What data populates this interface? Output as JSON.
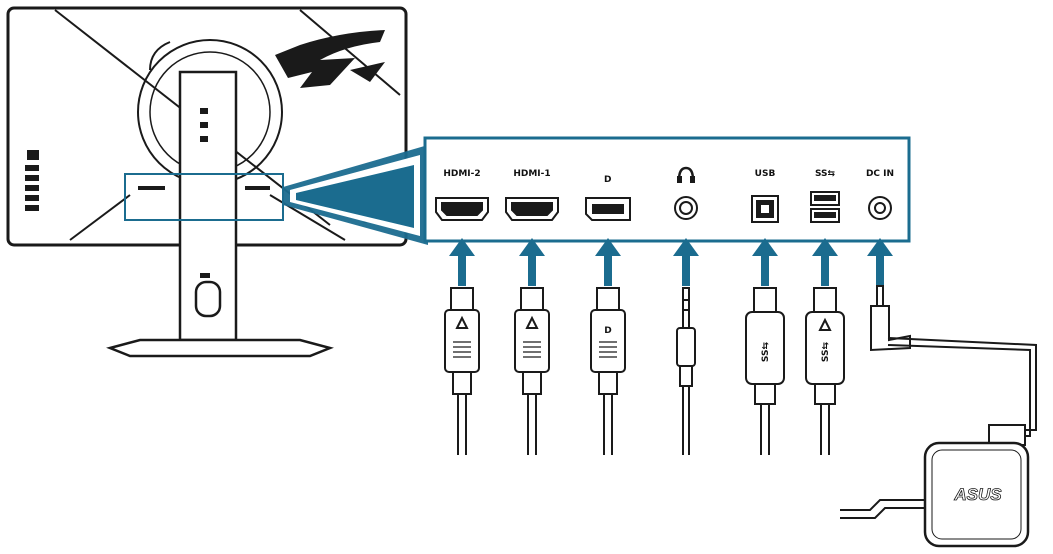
{
  "diagram": {
    "ports": [
      {
        "label": "HDMI-2",
        "icon": "hdmi-port-icon",
        "cable": "hdmi-cable-icon"
      },
      {
        "label": "HDMI-1",
        "icon": "hdmi-port-icon",
        "cable": "hdmi-cable-icon"
      },
      {
        "label": "",
        "icon": "displayport-port-icon",
        "cable": "displayport-cable-icon"
      },
      {
        "label": "",
        "icon": "headphone-jack-icon",
        "cable": "audio-plug-icon"
      },
      {
        "label": "USB",
        "icon": "usb-b-port-icon",
        "cable": "usb-b-cable-icon"
      },
      {
        "label": "",
        "icon": "usb-a-port-icon",
        "cable": "usb-a-cable-icon"
      },
      {
        "label": "DC IN",
        "icon": "dc-in-port-icon",
        "cable": "dc-plug-icon"
      }
    ],
    "adapter_brand": "ASUS",
    "colors": {
      "arrow": "#1b6c8f",
      "panel_border": "#1b6c8f",
      "line": "#1a1a1a"
    }
  }
}
